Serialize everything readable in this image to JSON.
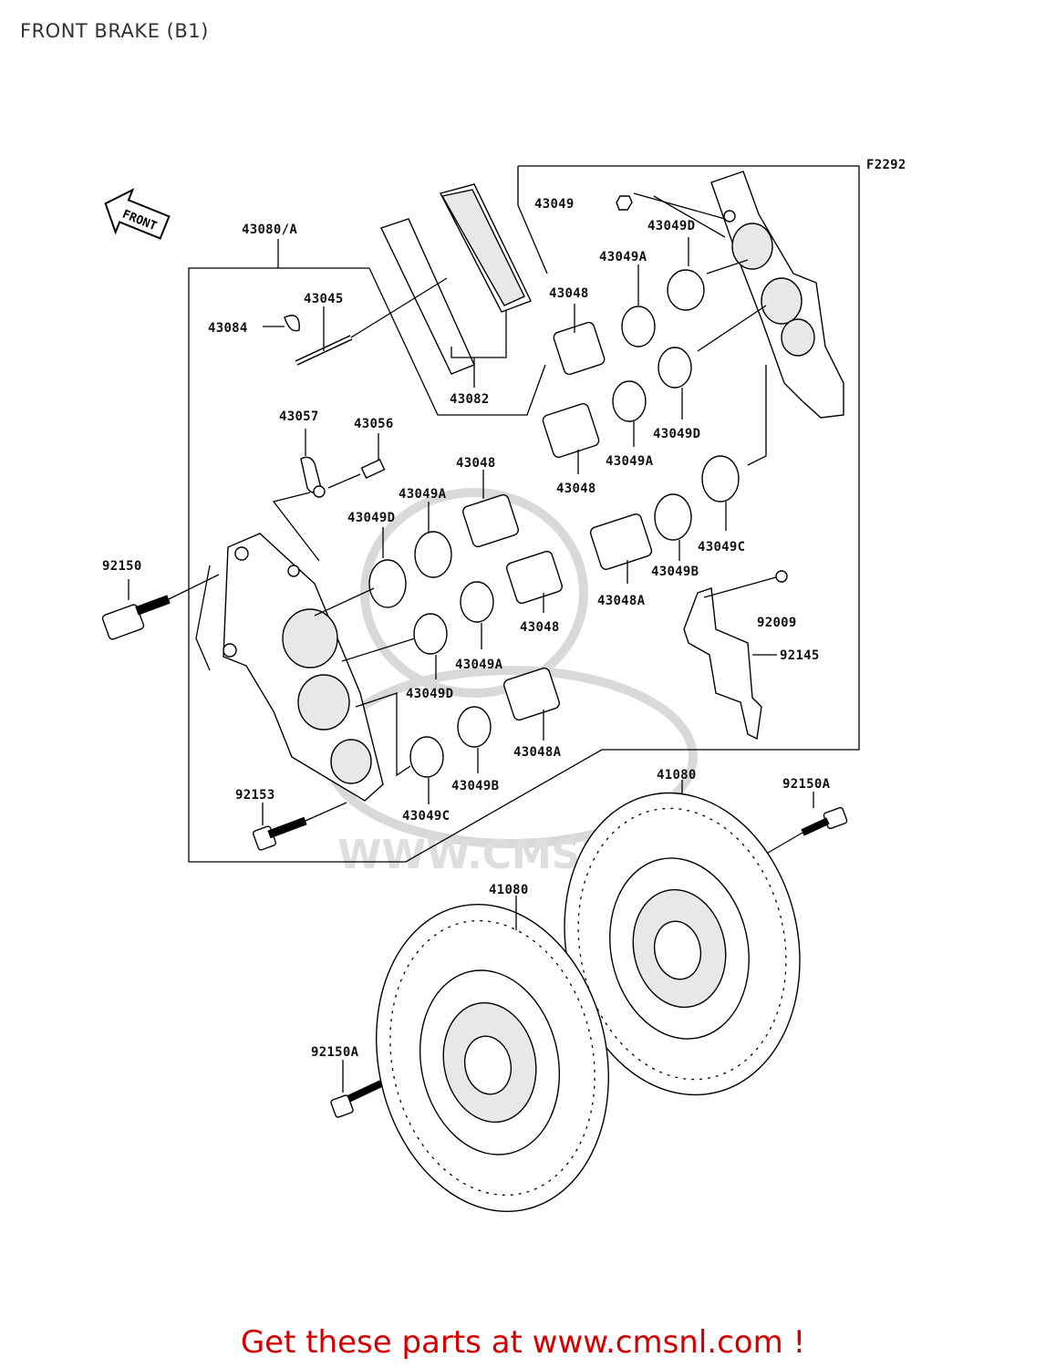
{
  "title": "FRONT BRAKE (B1)",
  "diagram_code": "F2292",
  "front_marker": "FRONT",
  "watermark": "WWW.CMSNL.COM",
  "labels": {
    "l43080A": "43080/A",
    "l43045": "43045",
    "l43084": "43084",
    "l43082": "43082",
    "l43049_top": "43049",
    "l43049D_a": "43049D",
    "l43049A_a": "43049A",
    "l43048_a": "43048",
    "l43049D_b": "43049D",
    "l43049A_b": "43049A",
    "l43048_b": "43048",
    "l43049C_a": "43049C",
    "l43049B_a": "43049B",
    "l43048A_a": "43048A",
    "l92009": "92009",
    "l92145": "92145",
    "l43057": "43057",
    "l43056": "43056",
    "l43048_c": "43048",
    "l43049A_c": "43049A",
    "l43049D_c": "43049D",
    "l92150": "92150",
    "l43048_d": "43048",
    "l43049A_d": "43049A",
    "l43049D_d": "43049D",
    "l43048A_b": "43048A",
    "l43049B_b": "43049B",
    "l43049C_b": "43049C",
    "l92153": "92153",
    "l41080_a": "41080",
    "l92150A_a": "92150A",
    "l41080_b": "41080",
    "l92150A_b": "92150A"
  },
  "footer": "Get these parts at www.cmsnl.com !"
}
